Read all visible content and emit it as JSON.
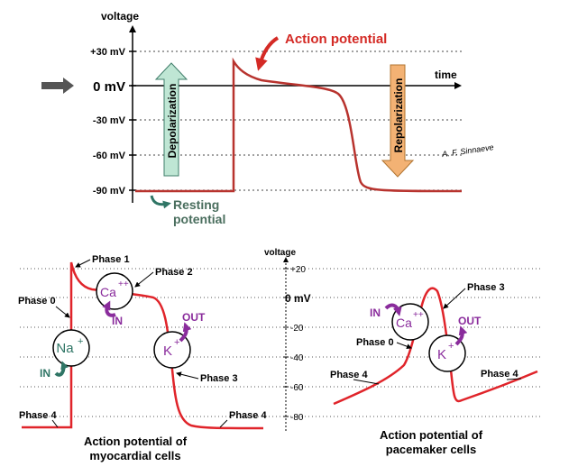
{
  "top_panel": {
    "axis_label_y": "voltage",
    "axis_label_x": "time",
    "ticks": [
      "+30 mV",
      "0 mV",
      "-30 mV",
      "-60 mV",
      "-90 mV"
    ],
    "title": "Action potential",
    "depolarization_label": "Depolarization",
    "repolarization_label": "Repolarization",
    "resting_label_line1": "Resting",
    "resting_label_line2": "potential",
    "signature": "A. F. Sinnaeve"
  },
  "bottom_axis": {
    "label": "voltage",
    "ticks": [
      "+20",
      "0 mV",
      "-20",
      "-40",
      "-60",
      "-80"
    ]
  },
  "myocardial": {
    "phase_0": "Phase 0",
    "phase_1": "Phase 1",
    "phase_2": "Phase 2",
    "phase_3": "Phase 3",
    "phase_4_left": "Phase 4",
    "phase_4_right": "Phase 4",
    "na_ion": "Na",
    "na_charge": "+",
    "na_flow": "IN",
    "ca_ion": "Ca",
    "ca_charge": "++",
    "ca_flow": "IN",
    "k_ion": "K",
    "k_charge": "+",
    "k_flow": "OUT",
    "caption_line1": "Action potential of",
    "caption_line2": "myocardial cells"
  },
  "pacemaker": {
    "phase_0": "Phase 0",
    "phase_3": "Phase 3",
    "phase_4_left": "Phase 4",
    "phase_4_right": "Phase 4",
    "ca_ion": "Ca",
    "ca_charge": "++",
    "ca_flow": "IN",
    "k_ion": "K",
    "k_charge": "+",
    "k_flow": "OUT",
    "caption_line1": "Action potential of",
    "caption_line2": "pacemaker cells"
  },
  "colors": {
    "trace_top": "#b8332e",
    "trace_bottom": "#e0242a",
    "title_red": "#d42a25",
    "resting_green": "#4a6e5e",
    "depol_fill": "#bfe6d4",
    "repol_fill": "#f3b274",
    "purple": "#8a2c9c",
    "green_arrow": "#2f7565"
  }
}
